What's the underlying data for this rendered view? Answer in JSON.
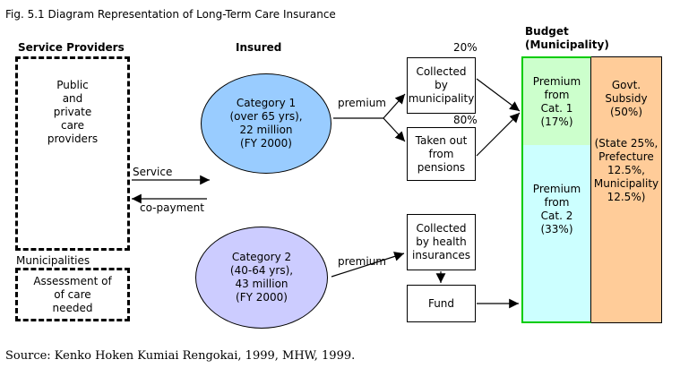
{
  "figure": {
    "title": "Fig. 5.1    Diagram Representation of Long-Term Care Insurance",
    "source": "Source: Kenko Hoken Kumiai Rengokai, 1999, MHW, 1999."
  },
  "headers": {
    "service_providers": "Service Providers",
    "insured": "Insured",
    "budget": "Budget\n(Municipality)"
  },
  "providers": {
    "box_text": "Public\nand\nprivate\ncare\nproviders",
    "municipalities": "Municipalities",
    "assessment": "Assessment of\nof care\nneeded"
  },
  "flows": {
    "service": "Service",
    "copayment": "co-payment",
    "premium_1": "premium",
    "premium_2": "premium",
    "pct_20": "20%",
    "pct_80": "80%"
  },
  "insured": {
    "category1": "Category 1\n(over 65 yrs),\n22 million\n(FY 2000)",
    "category2": "Category 2\n(40-64 yrs),\n43 million\n(FY 2000)"
  },
  "collection": {
    "municipality": "Collected\nby\nmunicipality",
    "pensions": "Taken out\nfrom\npensions",
    "health": "Collected\nby health\ninsurances",
    "fund": "Fund"
  },
  "budget": {
    "cat1": "Premium\nfrom\nCat. 1\n(17%)",
    "cat2": "Premium\nfrom\nCat. 2\n(33%)",
    "subsidy": "Govt.\nSubsidy\n(50%)",
    "subsidy_detail": "(State 25%,\nPrefecture\n12.5%,\nMunicipality\n12.5%)"
  },
  "colors": {
    "category1": "#99ccff",
    "category2": "#ccccff",
    "cat1_budget": "#ccffcc",
    "cat2_budget": "#ccffff",
    "subsidy": "#ffcc99",
    "budget_border": "#00cc00"
  }
}
